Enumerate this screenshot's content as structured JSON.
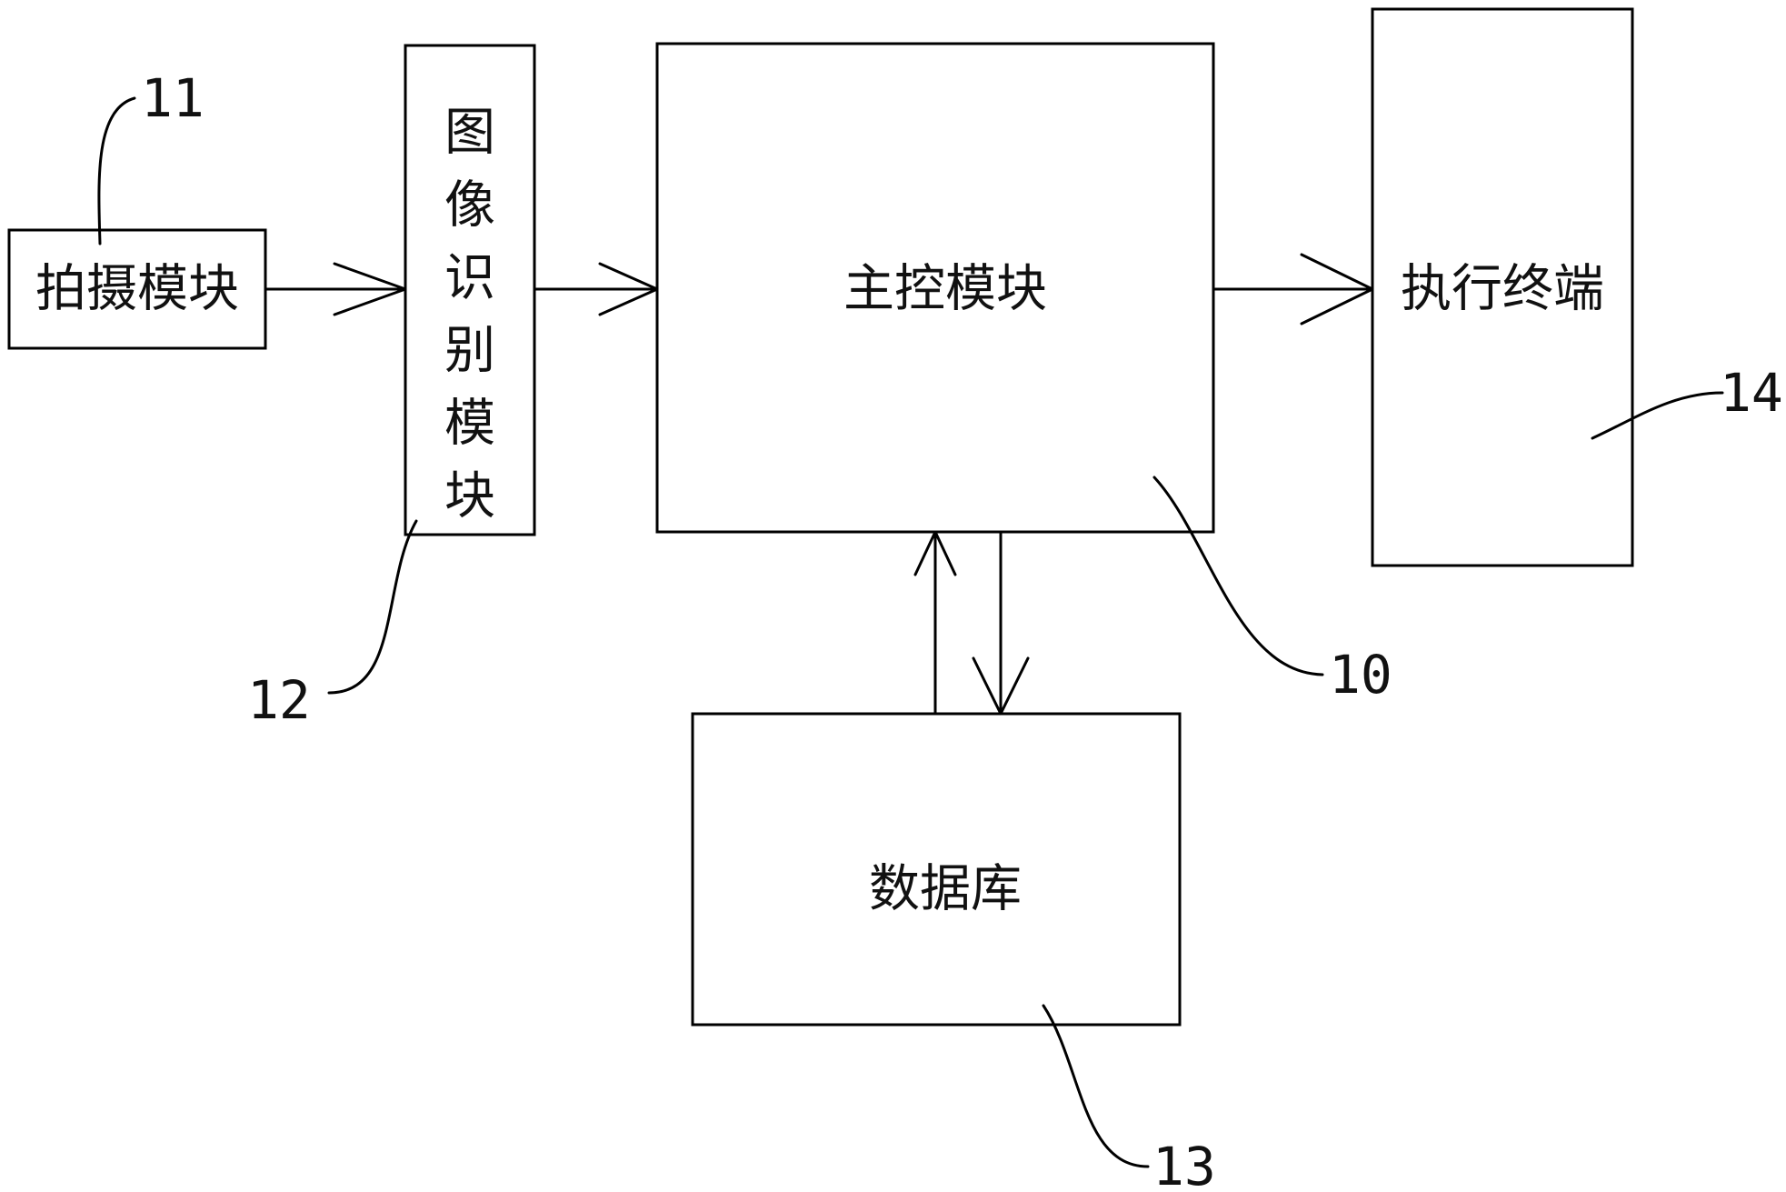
{
  "modules": {
    "camera": {
      "label": "拍摄模块",
      "ref": "11"
    },
    "image_recognition": {
      "label_chars": [
        "图",
        "像",
        "识",
        "别",
        "模",
        "块"
      ],
      "ref": "12"
    },
    "main_control": {
      "label": "主控模块",
      "ref": "10"
    },
    "database": {
      "label": "数据库",
      "ref": "13"
    },
    "execution_terminal": {
      "label": "执行终端",
      "ref": "14"
    }
  },
  "colors": {
    "stroke": "#000000",
    "text": "#111111",
    "background": "#ffffff"
  }
}
